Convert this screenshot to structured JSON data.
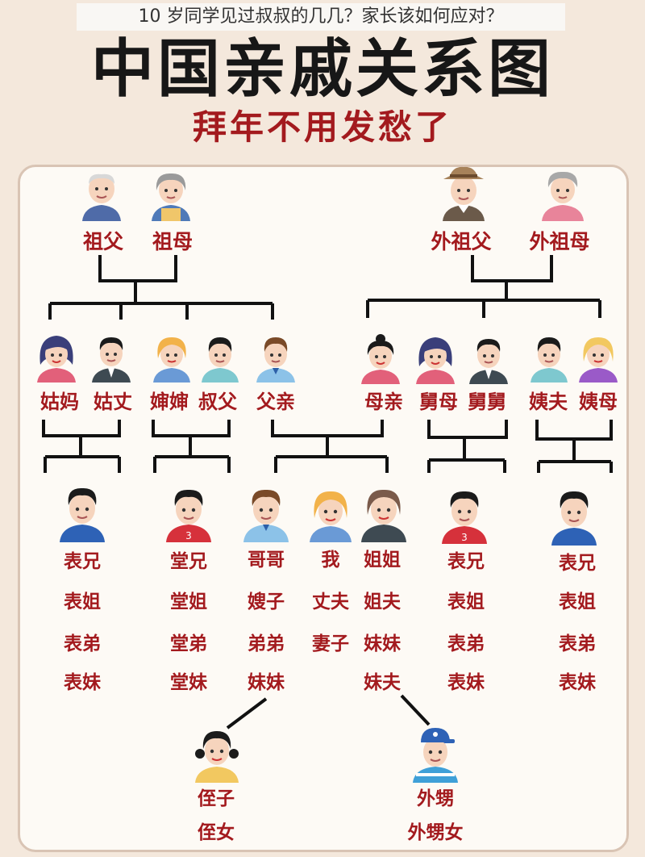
{
  "caption": "10 岁同学见过叔叔的几几？家长该如何应对？",
  "title": "中国亲戚关系图",
  "subtitle": "拜年不用发愁了",
  "people": {
    "grandpa": "祖父",
    "grandma": "祖母",
    "maternal_grandpa": "外祖父",
    "maternal_grandma": "外祖母",
    "paternal_aunt": "姑妈",
    "paternal_aunt_husband": "姑丈",
    "uncle_wife": "婶婶",
    "uncle": "叔父",
    "father": "父亲",
    "mother": "母亲",
    "maternal_uncle_wife": "舅母",
    "maternal_uncle": "舅舅",
    "maternal_aunt_husband": "姨夫",
    "maternal_aunt": "姨母"
  },
  "cousins_left": [
    "表兄",
    "表姐",
    "表弟",
    "表妹"
  ],
  "cousins_tang": [
    "堂兄",
    "堂姐",
    "堂弟",
    "堂妹"
  ],
  "siblings_a": [
    "哥哥",
    "嫂子",
    "弟弟",
    "妹妹"
  ],
  "self_group": [
    "我",
    "丈夫",
    "妻子"
  ],
  "siblings_b": [
    "姐姐",
    "姐夫",
    "妹妹",
    "妹夫"
  ],
  "cousins_mid_right": [
    "表兄",
    "表姐",
    "表弟",
    "表妹"
  ],
  "cousins_right": [
    "表兄",
    "表姐",
    "表弟",
    "表妹"
  ],
  "nephew": [
    "侄子",
    "侄女"
  ],
  "sister_child": [
    "外甥",
    "外甥女"
  ],
  "colors": {
    "label_red": "#a31a1e",
    "line_black": "#111111",
    "panel_bg": "#fdfaf5",
    "page_bg": "#f4e8dc"
  }
}
